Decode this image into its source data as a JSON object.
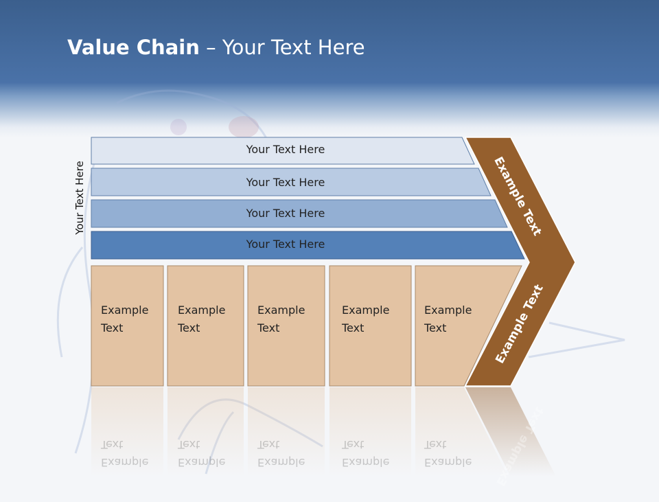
{
  "slide": {
    "title_bold": "Value Chain",
    "title_rest": " – Your Text Here",
    "side_label": "Your Text Here"
  },
  "bands": [
    {
      "label": "Your Text Here"
    },
    {
      "label": "Your Text Here"
    },
    {
      "label": "Your Text Here"
    },
    {
      "label": "Your Text Here"
    }
  ],
  "cells": [
    {
      "line1": "Example",
      "line2": "Text"
    },
    {
      "line1": "Example",
      "line2": "Text"
    },
    {
      "line1": "Example",
      "line2": "Text"
    },
    {
      "line1": "Example",
      "line2": "Text"
    },
    {
      "line1": "Example",
      "line2": "Text"
    }
  ],
  "chevron": {
    "upper_label": "Example Text",
    "lower_label": "Example Text"
  },
  "colors": {
    "band_1": "#dfe6f1",
    "band_2": "#b9cbe3",
    "band_3": "#93afd3",
    "band_4": "#5481b8",
    "cell": "#e3c3a3",
    "chevron": "#955f2d"
  }
}
